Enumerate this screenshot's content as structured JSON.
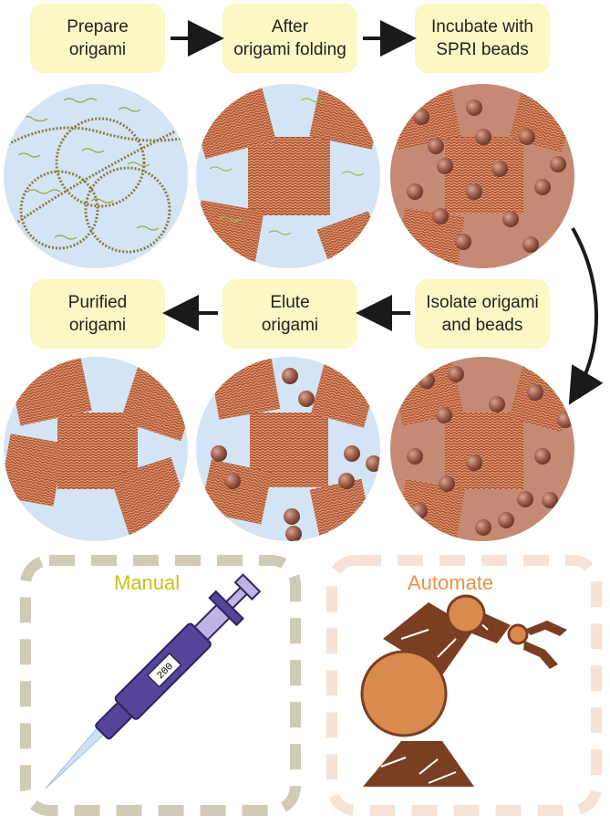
{
  "steps": {
    "prepare": [
      "Prepare",
      "origami"
    ],
    "after_folding": [
      "After",
      "origami folding"
    ],
    "incubate": [
      "Incubate with",
      "SPRI beads"
    ],
    "isolate": [
      "Isolate origami",
      "and beads"
    ],
    "elute": [
      "Elute",
      "origami"
    ],
    "purified": [
      "Purified",
      "origami"
    ]
  },
  "modes": {
    "manual": "Manual",
    "automate": "Automate"
  },
  "pipette_display": "200",
  "colors": {
    "step_box": "#fcf7c4",
    "solution_bg": "#d3e5f4",
    "origami": "#b2532c",
    "bead": "#a06050",
    "bead_solution": "#c58a74",
    "manual_label": "#c9c11a",
    "automate_label": "#e8914a",
    "manual_frame": "#cfcbb5",
    "automate_frame": "#f6e3d6",
    "pipette": "#55449a",
    "robot_arm": "#7a3f22",
    "robot_joint": "#d98a4e"
  }
}
